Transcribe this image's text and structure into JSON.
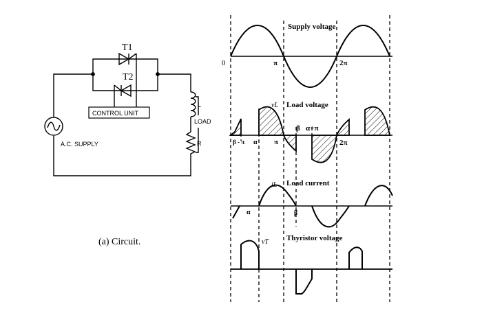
{
  "circuit": {
    "thyristor_1": "T1",
    "thyristor_2": "T2",
    "control_unit": "CONTROL UNIT",
    "supply": "A.C. SUPPLY",
    "load": "LOAD",
    "inductor": "L",
    "resistor": "R",
    "caption": "(a) Circuit."
  },
  "waveforms": {
    "origin": "0",
    "supply_title": "Supply voltage",
    "supply_pi": "π",
    "supply_2pi": "2π",
    "vl_symbol": "vL",
    "load_voltage_title": "Load voltage",
    "beta_alpha_pi": "β   α+π",
    "beta_minus_pi": "β - π",
    "alpha": "α",
    "load_pi": "π",
    "load_2pi": "2π",
    "il_symbol": "iL",
    "load_current_title": "Load current",
    "current_alpha": "α",
    "current_beta": "β",
    "vt_symbol": "vT",
    "thyristor_voltage_title": "Thyristor voltage"
  }
}
